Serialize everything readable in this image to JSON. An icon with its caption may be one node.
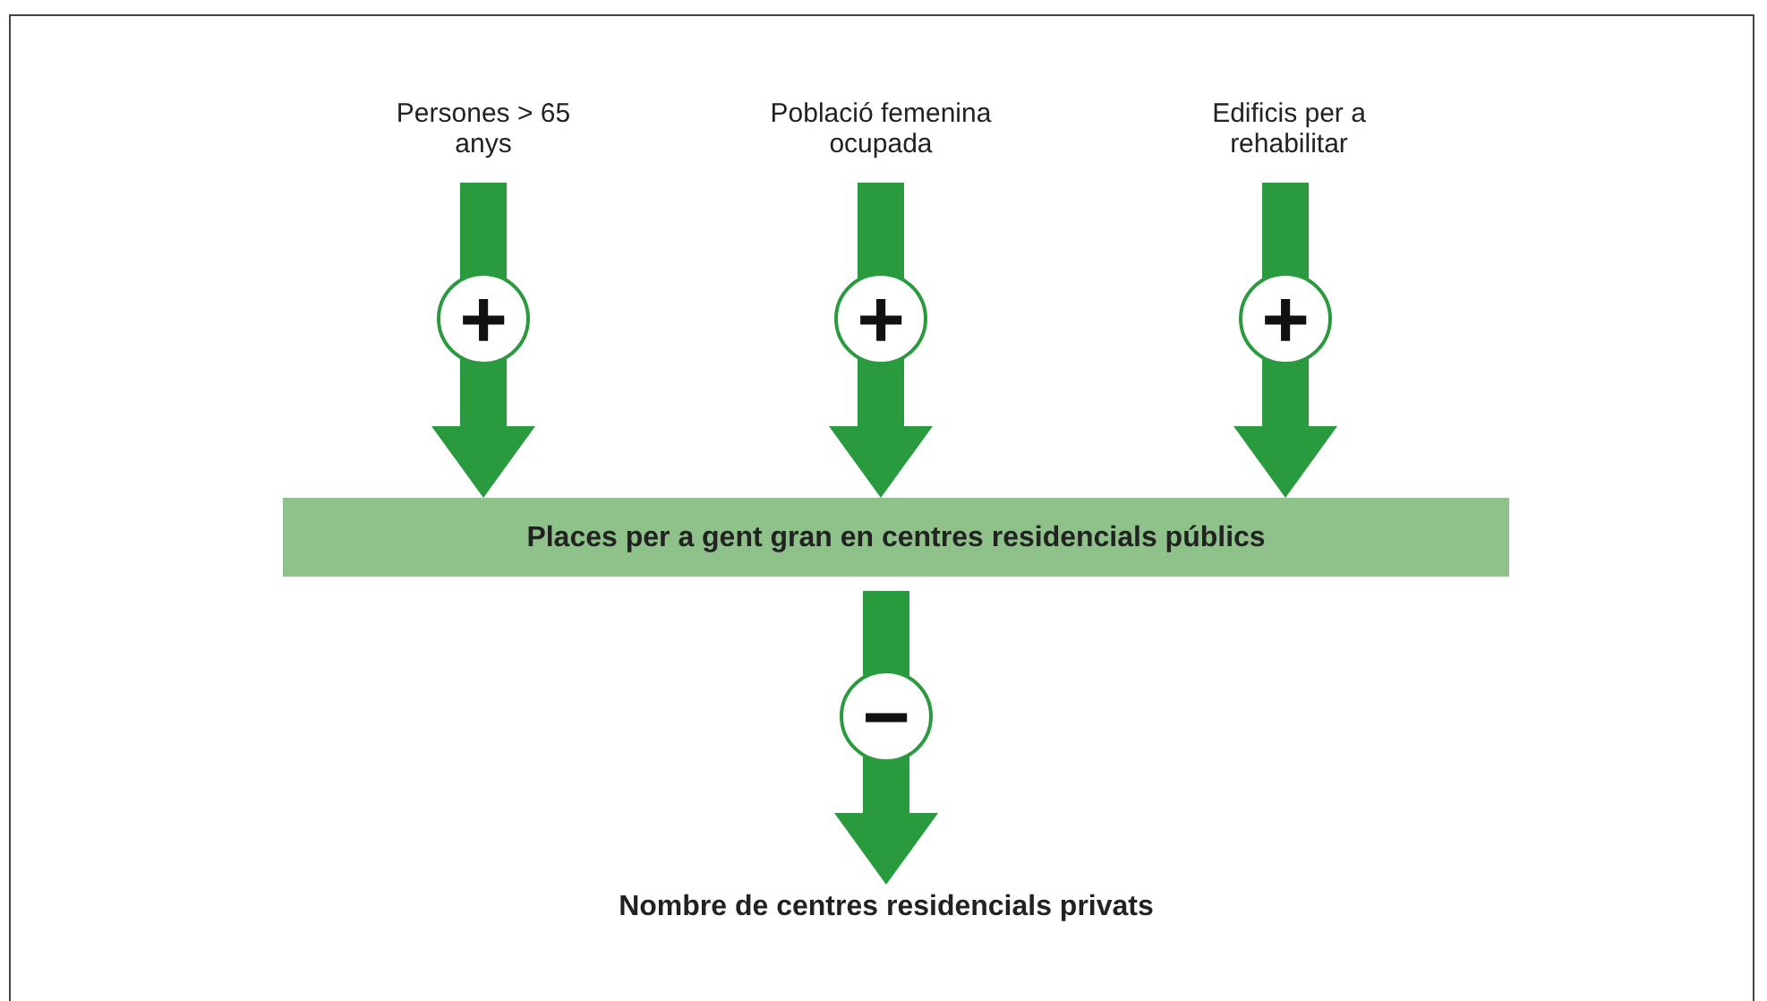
{
  "diagram": {
    "nodes": [
      {
        "text": [
          "Persones > 65 anys"
        ]
      },
      {
        "text": [
          "Població femenina ocupada"
        ]
      },
      {
        "text": [
          "Edificis per a rehabilitar"
        ]
      },
      {
        "text": [
          "Places per a gent gran en centres residencials públics"
        ]
      },
      {
        "text": [
          "Nombre de centres residencials privats"
        ]
      }
    ],
    "edges": [
      {
        "from": 0,
        "to": 3,
        "arrow": "to",
        "label": "+"
      },
      {
        "from": 1,
        "to": 3,
        "arrow": "to",
        "label": "+"
      },
      {
        "from": 2,
        "to": 3,
        "arrow": "to",
        "label": "+"
      },
      {
        "from": 3,
        "to": 4,
        "arrow": "to",
        "label": "−"
      }
    ]
  }
}
